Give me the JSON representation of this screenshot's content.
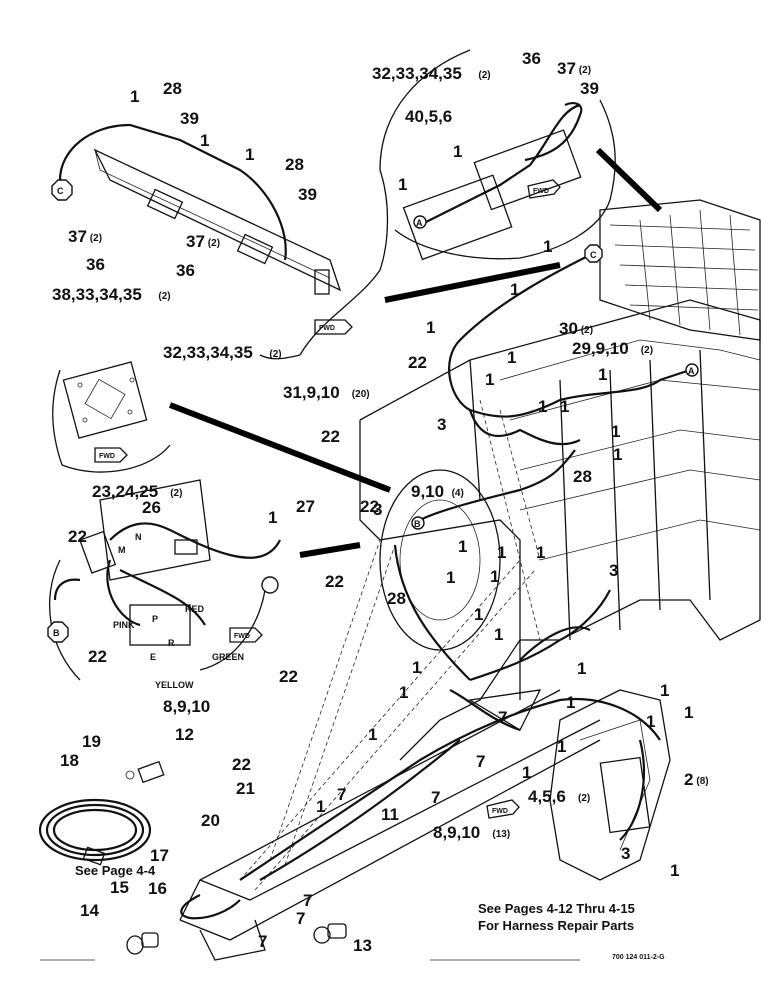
{
  "callouts": [
    {
      "id": "c1",
      "text": "1"
    },
    {
      "id": "c28a",
      "text": "28"
    },
    {
      "id": "c39a",
      "text": "39"
    },
    {
      "id": "c1b",
      "text": "1"
    },
    {
      "id": "c1c",
      "text": "1"
    },
    {
      "id": "c28b",
      "text": "28"
    },
    {
      "id": "c39b",
      "text": "39"
    },
    {
      "id": "c37a",
      "text": "37",
      "count": "(2)"
    },
    {
      "id": "c36a",
      "text": "36"
    },
    {
      "id": "c38",
      "text": "38,33,34,35",
      "count": "(2)"
    },
    {
      "id": "c37b",
      "text": "37",
      "count": "(2)"
    },
    {
      "id": "c36b",
      "text": "36"
    },
    {
      "id": "c32a",
      "text": "32,33,34,35",
      "count": "(2)"
    },
    {
      "id": "c32b",
      "text": "32,33,34,35",
      "count": "(2)"
    },
    {
      "id": "c36c",
      "text": "36"
    },
    {
      "id": "c37c",
      "text": "37",
      "count": "(2)"
    },
    {
      "id": "c39c",
      "text": "39"
    },
    {
      "id": "c40",
      "text": "40,5,6"
    },
    {
      "id": "c1d",
      "text": "1"
    },
    {
      "id": "c1e",
      "text": "1"
    },
    {
      "id": "c1f",
      "text": "1"
    },
    {
      "id": "c1g",
      "text": "1"
    },
    {
      "id": "c1h",
      "text": "1"
    },
    {
      "id": "c30",
      "text": "30",
      "count": "(2)"
    },
    {
      "id": "c29",
      "text": "29,9,10",
      "count": "(2)"
    },
    {
      "id": "c22a",
      "text": "22"
    },
    {
      "id": "c1i",
      "text": "1"
    },
    {
      "id": "c1j",
      "text": "1"
    },
    {
      "id": "c1k",
      "text": "1"
    },
    {
      "id": "c31",
      "text": "31,9,10",
      "count": "(20)"
    },
    {
      "id": "c1l",
      "text": "1"
    },
    {
      "id": "c1m",
      "text": "1"
    },
    {
      "id": "c22b",
      "text": "22"
    },
    {
      "id": "c3a",
      "text": "3"
    },
    {
      "id": "c1n",
      "text": "1"
    },
    {
      "id": "c28c",
      "text": "28"
    },
    {
      "id": "c9a",
      "text": "9,10",
      "count": "(4)"
    },
    {
      "id": "c1o",
      "text": "1"
    },
    {
      "id": "c23",
      "text": "23,24,25",
      "count": "(2)"
    },
    {
      "id": "c26",
      "text": "26"
    },
    {
      "id": "c27",
      "text": "27"
    },
    {
      "id": "c1p",
      "text": "1"
    },
    {
      "id": "c22c",
      "text": "22"
    },
    {
      "id": "c22d",
      "text": "22"
    },
    {
      "id": "c3b",
      "text": "3"
    },
    {
      "id": "c1q",
      "text": "1"
    },
    {
      "id": "c1r",
      "text": "1"
    },
    {
      "id": "c3c",
      "text": "3"
    },
    {
      "id": "c22e",
      "text": "22"
    },
    {
      "id": "c28d",
      "text": "28"
    },
    {
      "id": "c1s",
      "text": "1"
    },
    {
      "id": "c1t",
      "text": "1"
    },
    {
      "id": "c1u",
      "text": "1"
    },
    {
      "id": "c1v",
      "text": "1"
    },
    {
      "id": "c22f",
      "text": "22"
    },
    {
      "id": "c1w",
      "text": "1"
    },
    {
      "id": "c1x",
      "text": "1"
    },
    {
      "id": "c22g",
      "text": "22"
    },
    {
      "id": "c7a",
      "text": "7"
    },
    {
      "id": "c1y",
      "text": "1"
    },
    {
      "id": "c1z",
      "text": "1"
    },
    {
      "id": "c1aa",
      "text": "1"
    },
    {
      "id": "c8a",
      "text": "8,9,10"
    },
    {
      "id": "c19",
      "text": "19"
    },
    {
      "id": "c12",
      "text": "12"
    },
    {
      "id": "c18",
      "text": "18"
    },
    {
      "id": "c1ab",
      "text": "1"
    },
    {
      "id": "c7b",
      "text": "7"
    },
    {
      "id": "c1ac",
      "text": "1"
    },
    {
      "id": "c2",
      "text": "2",
      "count": "(8)"
    },
    {
      "id": "c22h",
      "text": "22"
    },
    {
      "id": "c1ad",
      "text": "1"
    },
    {
      "id": "c7c",
      "text": "7"
    },
    {
      "id": "c4",
      "text": "4,5,6",
      "count": "(2)"
    },
    {
      "id": "c21",
      "text": "21"
    },
    {
      "id": "c1ae",
      "text": "1"
    },
    {
      "id": "c7d",
      "text": "7"
    },
    {
      "id": "c11",
      "text": "11"
    },
    {
      "id": "c8b",
      "text": "8,9,10",
      "count": "(13)"
    },
    {
      "id": "c20",
      "text": "20"
    },
    {
      "id": "c17",
      "text": "17"
    },
    {
      "id": "c3d",
      "text": "3"
    },
    {
      "id": "c1af",
      "text": "1"
    },
    {
      "id": "c15",
      "text": "15"
    },
    {
      "id": "c16",
      "text": "16"
    },
    {
      "id": "c14",
      "text": "14"
    },
    {
      "id": "c7e",
      "text": "7"
    },
    {
      "id": "c7f",
      "text": "7"
    },
    {
      "id": "c7g",
      "text": "7"
    },
    {
      "id": "c13",
      "text": "13"
    },
    {
      "id": "c1ag",
      "text": "1"
    },
    {
      "id": "c1ah",
      "text": "1"
    },
    {
      "id": "c1ai",
      "text": "1"
    }
  ],
  "wire_colors": {
    "red": "RED",
    "green": "GREEN",
    "yellow": "YELLOW",
    "pink": "PINK"
  },
  "wire_letters": {
    "n": "N",
    "m": "M",
    "p": "P",
    "r": "R",
    "e": "E"
  },
  "connectors": {
    "a": "A",
    "b": "B",
    "c": "C"
  },
  "fwd_label": "FWD",
  "notes": {
    "see_page": "See Page 4-4",
    "harness_line1": "See Pages 4-12 Thru 4-15",
    "harness_line2": "For Harness Repair Parts"
  },
  "figure_code": "700 124 011-2-G"
}
